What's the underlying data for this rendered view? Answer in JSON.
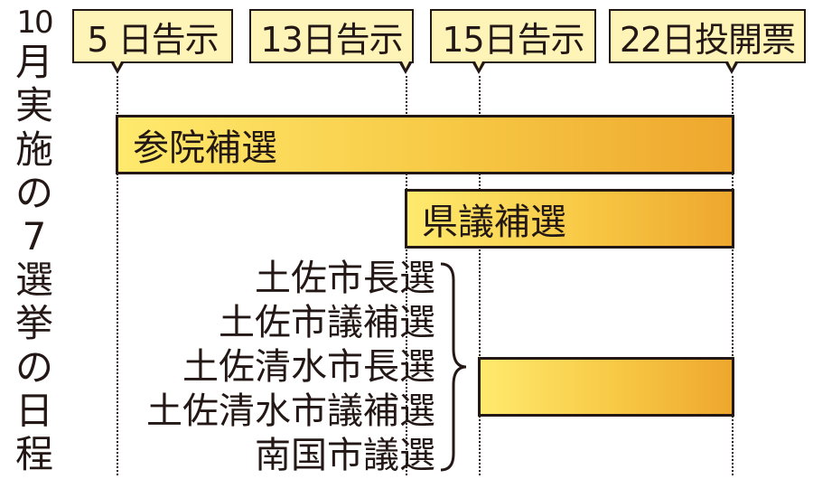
{
  "title_parts": [
    "10",
    "月",
    "実",
    "施",
    "の",
    "7",
    "選",
    "挙",
    "の",
    "日",
    "程"
  ],
  "dates": [
    {
      "label": "5 日告示"
    },
    {
      "label": "13日告示"
    },
    {
      "label": "15日告示"
    },
    {
      "label": "22日投開票"
    }
  ],
  "bars": [
    {
      "label": "参院補選",
      "start": "5 日告示",
      "end": "22日投開票"
    },
    {
      "label": "県議補選",
      "start": "13日告示",
      "end": "22日投開票"
    },
    {
      "label": "",
      "start": "15日告示",
      "end": "22日投開票"
    }
  ],
  "grouped_elections": [
    "土佐市長選",
    "土佐市議補選",
    "土佐清水市長選",
    "土佐清水市議補選",
    "南国市議選"
  ],
  "colors": {
    "bar_gradient_start": "#ffea6e",
    "bar_gradient_end": "#eea72e",
    "date_box_fill": "#fff4b8",
    "outline": "#231815"
  }
}
